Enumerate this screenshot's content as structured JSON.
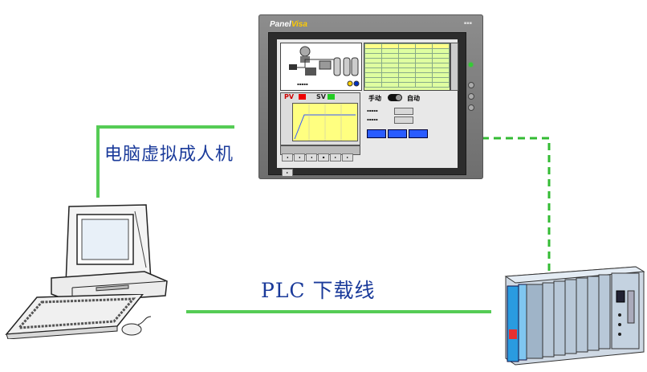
{
  "labels": {
    "hmi_link": "电脑虚拟成人机",
    "plc_cable": "PLC 下载线"
  },
  "hmi": {
    "brand_main": "Panel",
    "brand_accent": "Visa",
    "pv": "PV",
    "sv": "SV",
    "manual": "手动",
    "auto": "自动"
  },
  "colors": {
    "link_green": "#55cc55",
    "label_blue": "#1a3a9a"
  }
}
